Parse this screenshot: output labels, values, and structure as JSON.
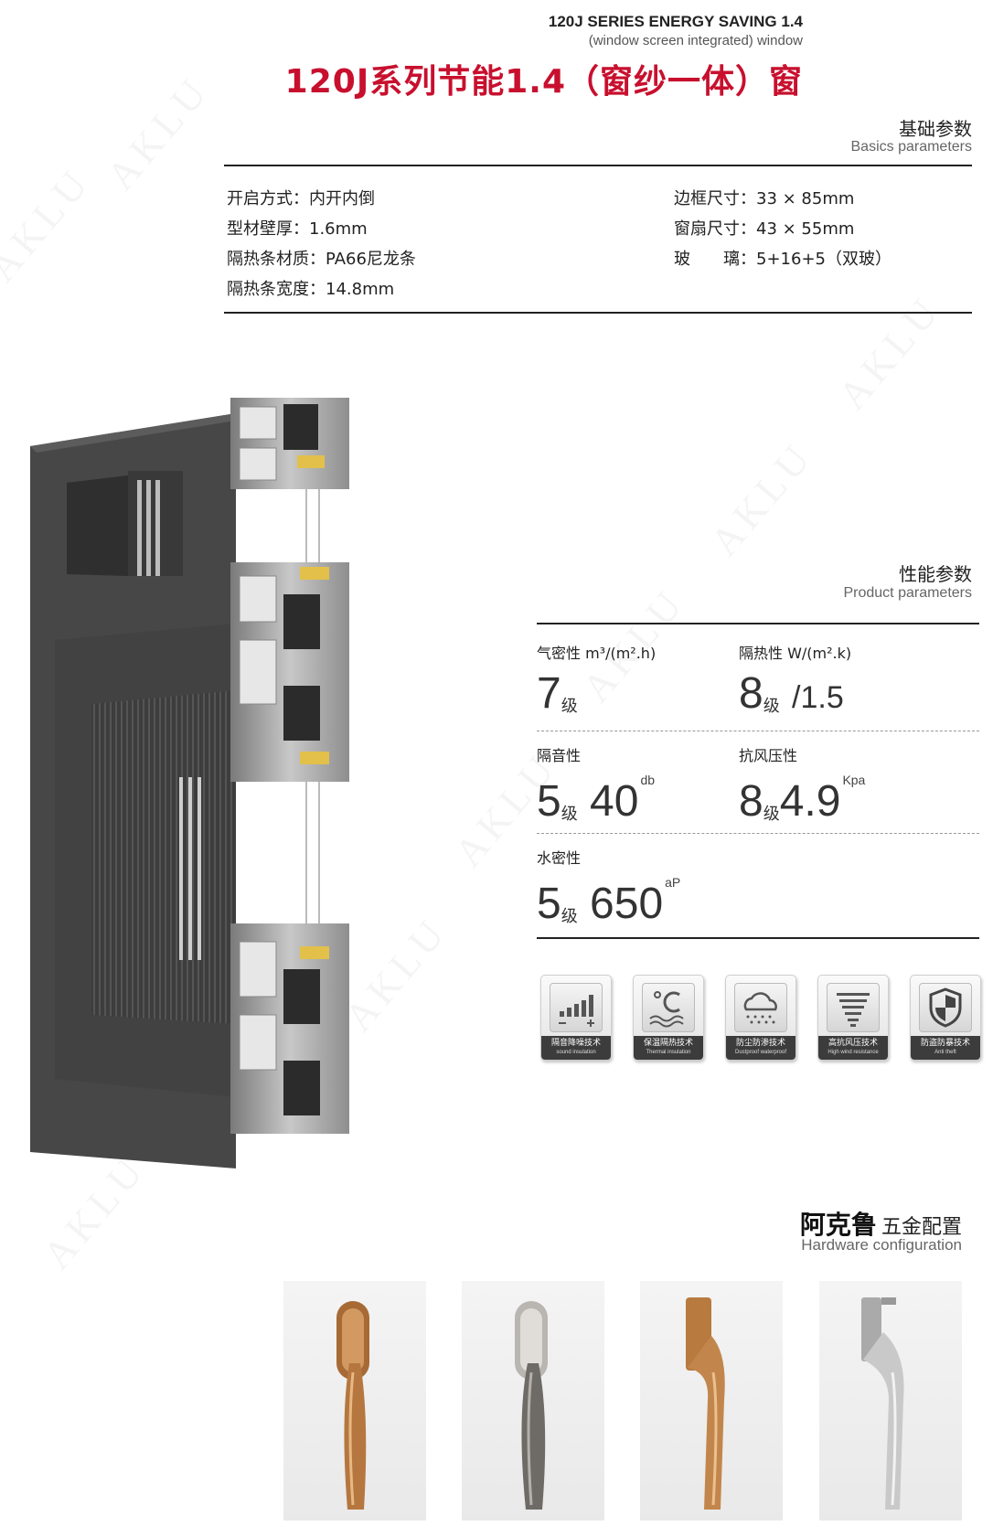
{
  "header": {
    "title_en": "120J SERIES ENERGY SAVING 1.4",
    "subtitle_en": "(window screen integrated) window",
    "title_cn": "120J系列节能1.4（窗纱一体）窗"
  },
  "basics": {
    "heading_cn": "基础参数",
    "heading_en": "Basics parameters",
    "left": [
      "开启方式：内开内倒",
      "型材壁厚：1.6mm",
      "隔热条材质：PA66尼龙条",
      "隔热条宽度：14.8mm"
    ],
    "right": [
      "边框尺寸：33 × 85mm",
      "窗扇尺寸：43 × 55mm",
      "玻　　璃：5+16+5（双玻）"
    ]
  },
  "performance": {
    "heading_cn": "性能参数",
    "heading_en": "Product parameters",
    "items": [
      {
        "label": "气密性 m³/(m².h)",
        "level": "7",
        "unit": "级",
        "value": "",
        "sup": ""
      },
      {
        "label": "隔热性 W/(m².k)",
        "level": "8",
        "unit": "级",
        "value": "/1.5",
        "sup": ""
      },
      {
        "label": "隔音性",
        "level": "5",
        "unit": "级",
        "value": "40",
        "sup": "db"
      },
      {
        "label": "抗风压性",
        "level": "8",
        "unit": "级",
        "value": "4.9",
        "sup": "Kpa"
      },
      {
        "label": "水密性",
        "level": "5",
        "unit": "级",
        "value": "650",
        "sup": "aP"
      }
    ]
  },
  "badges": [
    {
      "icon": "sound-bars-icon",
      "cn": "隔音降噪技术",
      "en": "sound insulation"
    },
    {
      "icon": "thermometer-waves-icon",
      "cn": "保温隔热技术",
      "en": "Thermal insulation"
    },
    {
      "icon": "cloud-rain-icon",
      "cn": "防尘防渗技术",
      "en": "Dustproof waterproof"
    },
    {
      "icon": "wind-lines-icon",
      "cn": "高抗风压技术",
      "en": "High wind resistance"
    },
    {
      "icon": "shield-icon",
      "cn": "防盗防暴技术",
      "en": "Anti theft"
    }
  ],
  "hardware": {
    "brand_cn": "阿克鲁",
    "heading_cn": "五金配置",
    "heading_en": "Hardware configuration",
    "handles": [
      {
        "name": "bronze-handle",
        "color": "#b5773f"
      },
      {
        "name": "gunmetal-handle",
        "color": "#8a8580"
      },
      {
        "name": "copper-handle",
        "color": "#c2864c"
      },
      {
        "name": "silver-handle",
        "color": "#c9c9c9"
      }
    ]
  },
  "watermark": "AKLU"
}
